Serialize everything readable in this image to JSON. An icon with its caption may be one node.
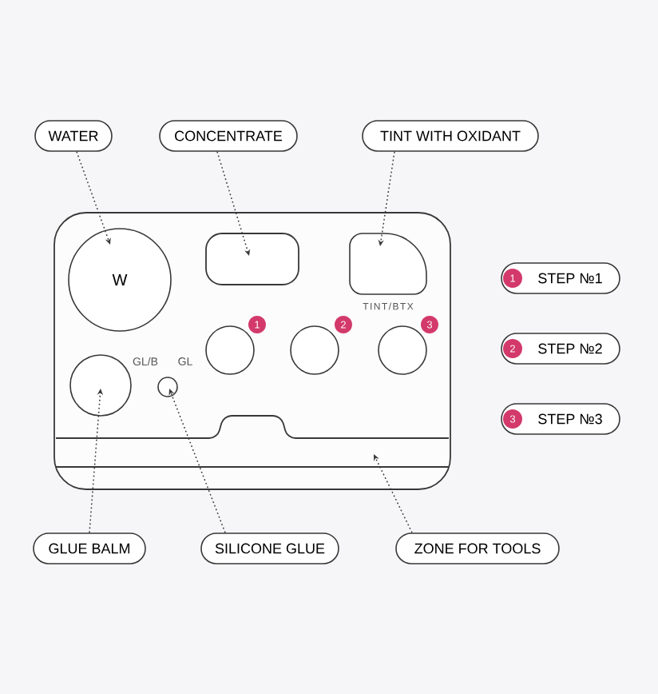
{
  "diagram": {
    "nodes": [
      {
        "text": [
          "WATER"
        ]
      },
      {
        "text": [
          "CONCENTRATE"
        ]
      },
      {
        "text": [
          "TINT WITH OXIDANT"
        ]
      },
      {
        "text": [],
        "shape": "box"
      },
      {
        "text": [
          "W"
        ],
        "in": 3
      },
      {
        "text": [],
        "shape": "box",
        "in": 3
      },
      {
        "text": [],
        "shape": "box",
        "in": 3,
        "beside": [
          "TINT/BTX"
        ]
      },
      {
        "text": [],
        "shape": "circle",
        "in": 3
      },
      {
        "text": [
          "1"
        ],
        "in": 3
      },
      {
        "text": [],
        "shape": "circle",
        "in": 3
      },
      {
        "text": [
          "2"
        ],
        "in": 3
      },
      {
        "text": [],
        "shape": "circle",
        "in": 3
      },
      {
        "text": [
          "3"
        ],
        "in": 3
      },
      {
        "text": [],
        "shape": "circle",
        "in": 3,
        "beside": [
          "GL/B"
        ]
      },
      {
        "text": [],
        "shape": "circle",
        "in": 3,
        "beside": [
          "GL"
        ]
      },
      {
        "text": [],
        "shape": "bar",
        "in": 3
      },
      {
        "text": [
          "STEP №1"
        ]
      },
      {
        "text": [
          "1"
        ],
        "in": 16
      },
      {
        "text": [
          "STEP №2"
        ]
      },
      {
        "text": [
          "2"
        ],
        "in": 18
      },
      {
        "text": [
          "STEP №3"
        ]
      },
      {
        "text": [
          "3"
        ],
        "in": 20
      },
      {
        "text": [
          "GLUE BALM"
        ]
      },
      {
        "text": [
          "SILICONE GLUE"
        ]
      },
      {
        "text": [
          "ZONE FOR TOOLS"
        ]
      }
    ],
    "edges": [
      {
        "from": 0,
        "to": 4,
        "arrow": "to"
      },
      {
        "from": 1,
        "to": 5,
        "arrow": "to"
      },
      {
        "from": 2,
        "to": 6,
        "arrow": "to"
      },
      {
        "from": 22,
        "to": 13,
        "arrow": "to"
      },
      {
        "from": 23,
        "to": 14,
        "arrow": "to"
      },
      {
        "from": 24,
        "to": 15,
        "arrow": "to"
      }
    ]
  }
}
